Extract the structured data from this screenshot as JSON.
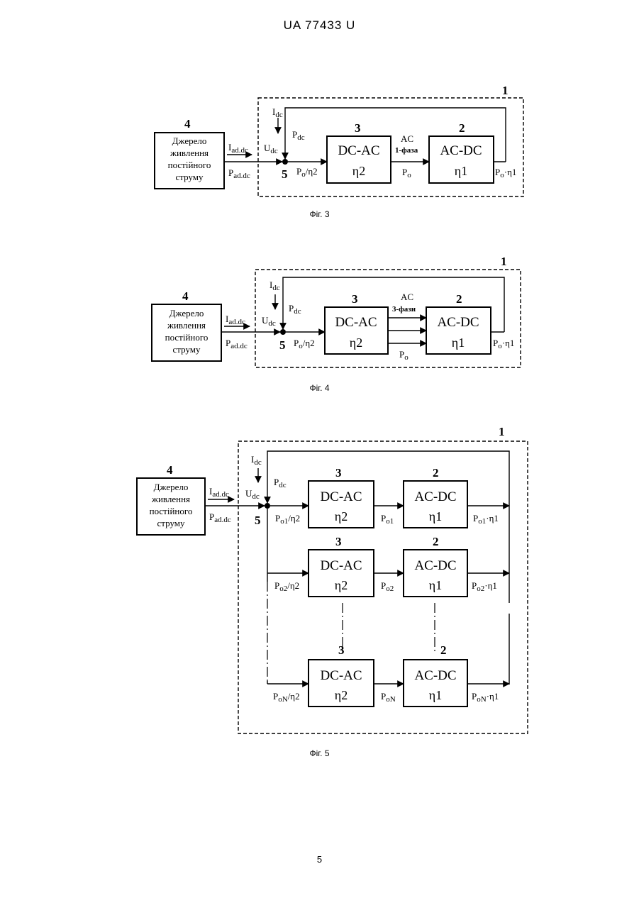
{
  "header": "UA   77433   U",
  "page_number": "5",
  "common": {
    "source_lines": [
      "Джерело",
      "живлення",
      "постійного",
      "струму"
    ],
    "num_system": "1",
    "num_acdc": "2",
    "num_dcac": "3",
    "num_source": "4",
    "num_node": "5",
    "dcac_label": "DC-AC",
    "acdc_label": "AC-DC",
    "eta2": "η2",
    "eta1": "η1",
    "I_base": "I",
    "I_sub": "dc",
    "P_base": "P",
    "P_sub": "dc",
    "U_base": "U",
    "U_sub": "dc",
    "Iad_base": "I",
    "Iad_sub": "ad.dc",
    "Pad_base": "P",
    "Pad_sub": "ad.dc"
  },
  "fig3": {
    "caption": "Фіг. 3",
    "ac_label": "AC",
    "phase_label": "1-фаза",
    "po_eta2_base": "P",
    "po_eta2_sub": "o",
    "po_eta2_tail": "/η2",
    "po_base": "P",
    "po_sub": "o",
    "out_base": "P",
    "out_sub": "o",
    "out_tail": "·η1"
  },
  "fig4": {
    "caption": "Фіг. 4",
    "ac_label": "AC",
    "phase_label": "3-фази",
    "po_eta2_base": "P",
    "po_eta2_sub": "o",
    "po_eta2_tail": "/η2",
    "po_base": "P",
    "po_sub": "o",
    "out_base": "P",
    "out_sub": "o",
    "out_tail": "·η1"
  },
  "fig5": {
    "caption": "Фіг. 5",
    "rows": [
      {
        "in_base": "P",
        "in_sub": "o1",
        "in_tail": "/η2",
        "mid_base": "P",
        "mid_sub": "o1",
        "out_base": "P",
        "out_sub": "o1",
        "out_tail": "·η1"
      },
      {
        "in_base": "P",
        "in_sub": "o2",
        "in_tail": "/η2",
        "mid_base": "P",
        "mid_sub": "o2",
        "out_base": "P",
        "out_sub": "o2",
        "out_tail": "·η1"
      },
      {
        "in_base": "P",
        "in_sub": "oN",
        "in_tail": "/η2",
        "mid_base": "P",
        "mid_sub": "oN",
        "out_base": "P",
        "out_sub": "oN",
        "out_tail": "·η1"
      }
    ]
  }
}
